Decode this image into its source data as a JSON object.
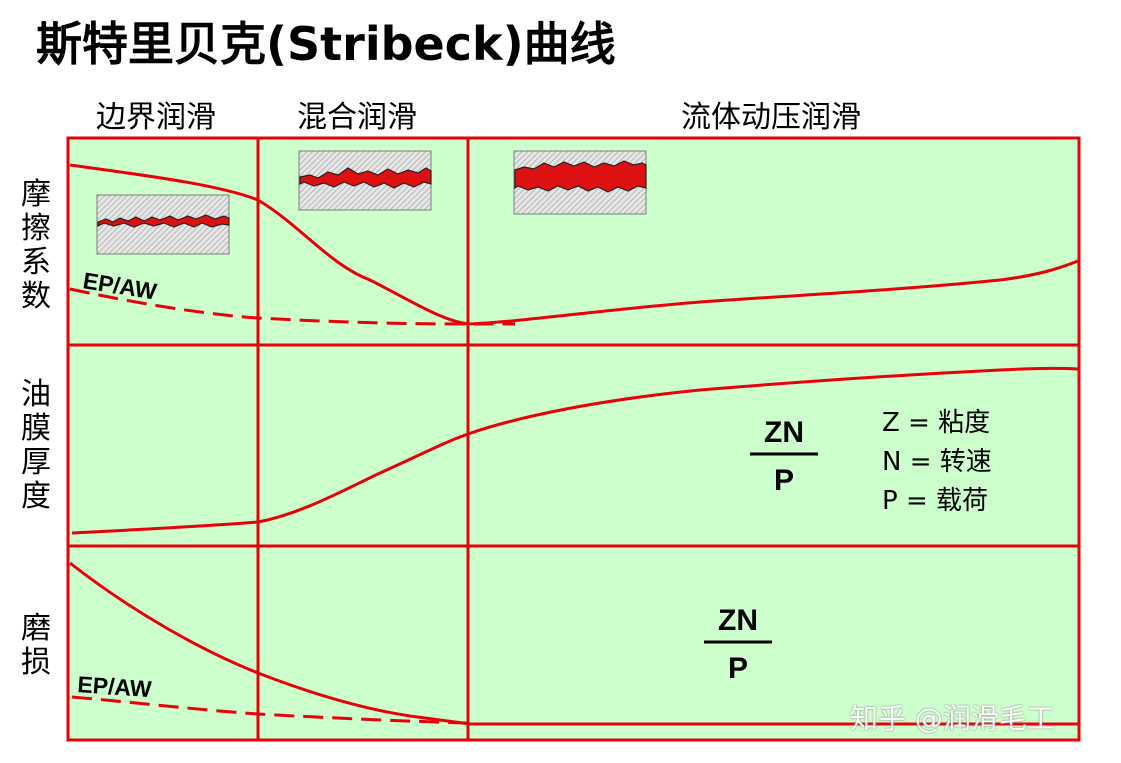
{
  "title": "斯特里贝克(Stribeck)曲线",
  "columns": [
    "边界润滑",
    "混合润滑",
    "流体动压润滑"
  ],
  "rows": [
    "摩擦系数",
    "油膜厚度",
    "磨损"
  ],
  "panels": [
    {
      "row": "摩擦系数",
      "curve_labels": [
        "EP/AW"
      ]
    },
    {
      "row": "油膜厚度",
      "fraction": {
        "numerator": "ZN",
        "denominator": "P"
      },
      "legend": [
        "Z = 粘度",
        "N = 转速",
        "P = 载荷"
      ]
    },
    {
      "row": "磨损",
      "curve_labels": [
        "EP/AW"
      ],
      "fraction": {
        "numerator": "ZN",
        "denominator": "P"
      }
    }
  ],
  "watermark": "知乎 @润滑毛工",
  "colors": {
    "panel_fill": "#ccffcc",
    "line": "#e8000b",
    "frame": "#e8000b",
    "asperity_fill": "#dd1111"
  }
}
